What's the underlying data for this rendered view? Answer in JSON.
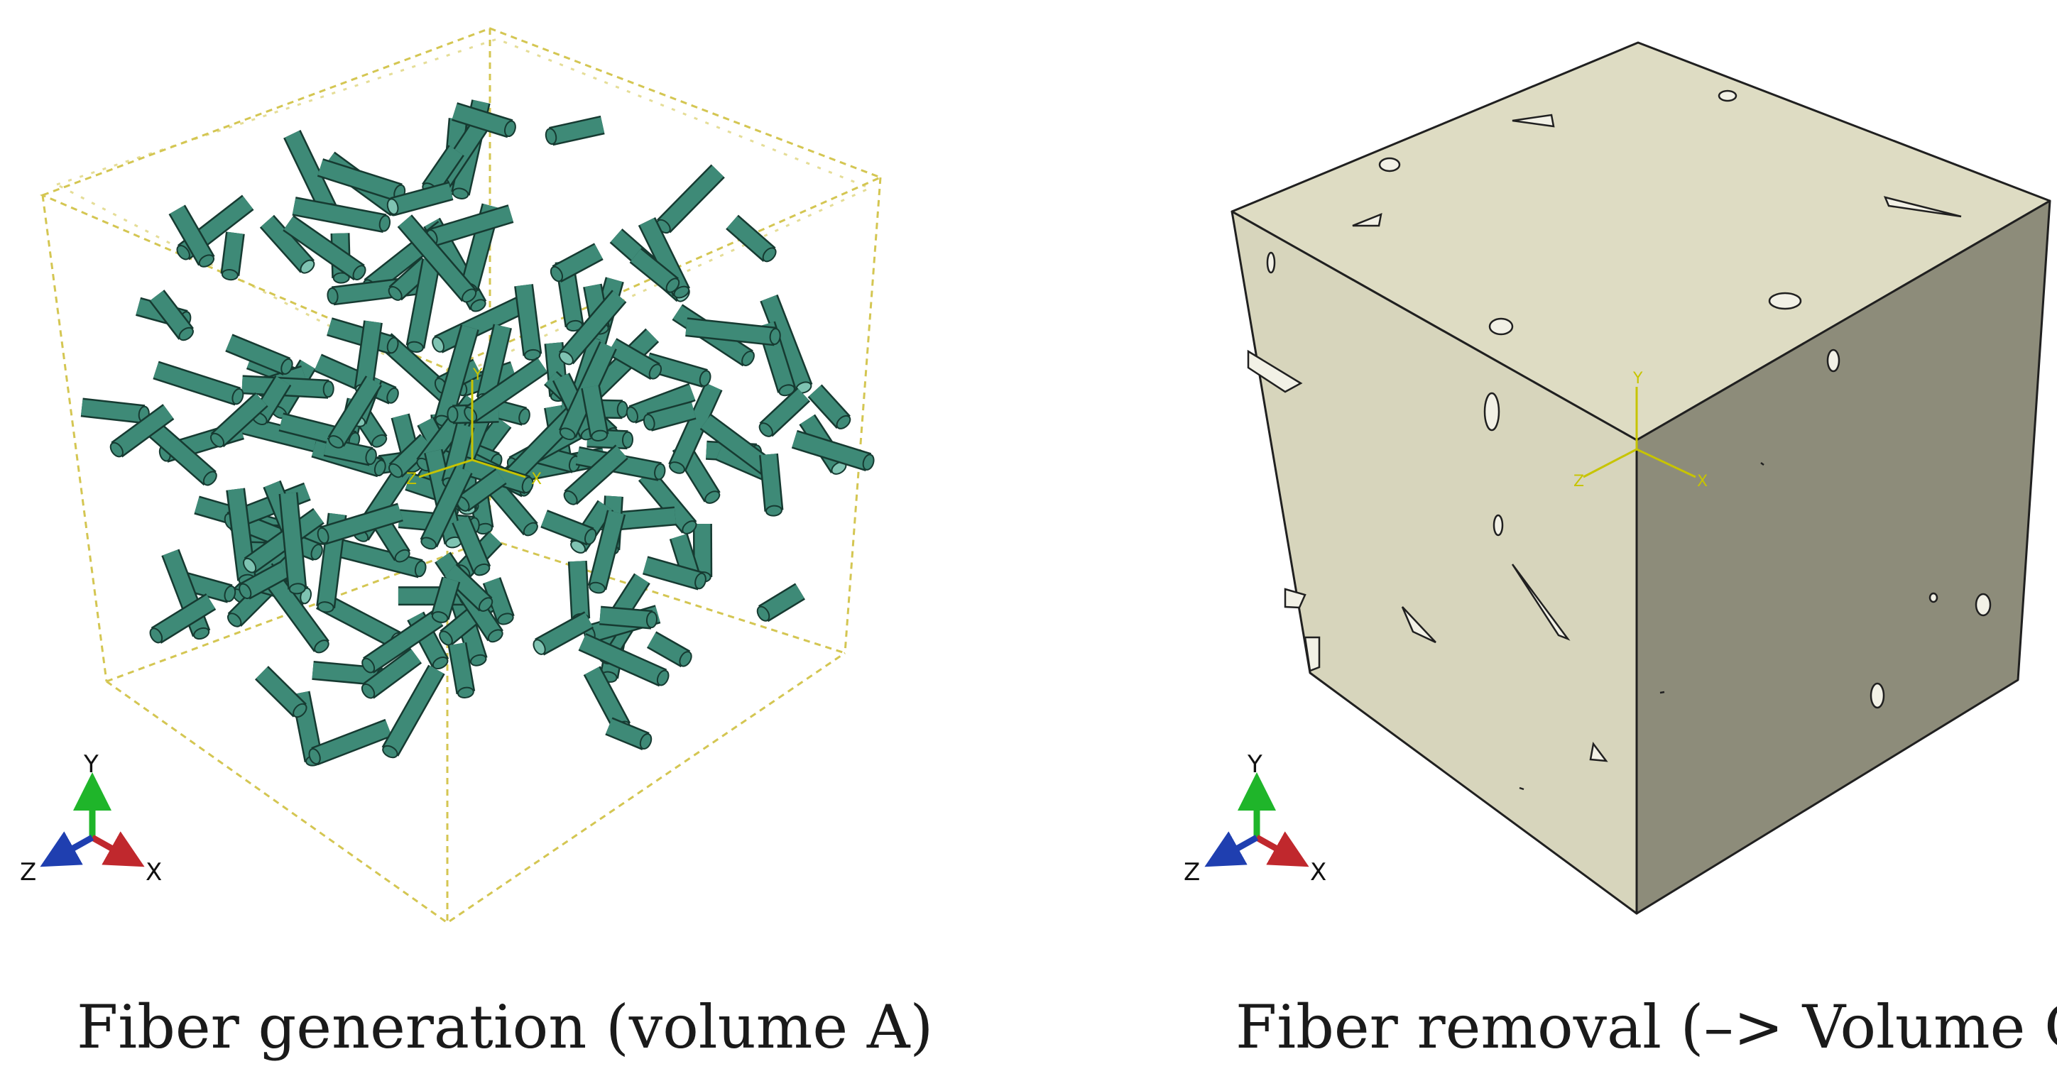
{
  "panels": [
    {
      "caption": "Fiber generation (volume A)",
      "triad": {
        "x": "X",
        "y": "Y",
        "z": "Z"
      },
      "origin_triad": {
        "x": "X",
        "y": "Y",
        "z": "Z"
      },
      "colors": {
        "fiber": "#3e8a77",
        "fiber_cap": "#7fc3b2",
        "fiber_edge": "#163a31",
        "box_outline": "#d4c652"
      }
    },
    {
      "caption": "Fiber removal (–> Volume C)",
      "triad": {
        "x": "X",
        "y": "Y",
        "z": "Z"
      },
      "origin_triad": {
        "x": "X",
        "y": "Y",
        "z": "Z"
      },
      "colors": {
        "cube_top": "#dedcc3",
        "cube_left": "#d7d5bc",
        "cube_right": "#8d8c7a",
        "edge": "#202020"
      }
    }
  ],
  "triad_colors": {
    "x": "#c0282d",
    "y": "#1fb52a",
    "z": "#1f3fb0"
  }
}
